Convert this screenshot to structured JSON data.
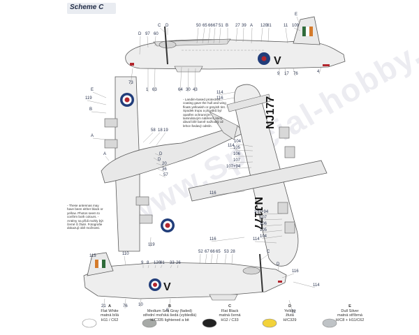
{
  "header": {
    "scheme_label": "Scheme",
    "scheme_letter": "C"
  },
  "notes": {
    "wing_note": "- Landim-based protective coating gave the hull and wing floats yellowish or greyish tint. - Spodek trupu a plováků byl opatřen ochranným laminátovým nátěrem, který dával bílé barvě nažloutlý až lehce šedavý odstín.",
    "antenna_note": "- These antennas may have been either black or yellow. Photos seem to confirm both colours. - Antény na přídi mohly být černé či žluté. Fotografie dokazují obě možnosti."
  },
  "serials": {
    "top": "NJ177",
    "bottom": "NJ177"
  },
  "codes": {
    "letter": "V"
  },
  "callouts": {
    "side_top": [
      "D",
      "97",
      "60",
      "C",
      "D",
      "50",
      "65",
      "66",
      "67",
      "51",
      "B",
      "27",
      "39",
      "A",
      "120",
      "81",
      "11",
      "E",
      "109"
    ],
    "side_top_bottom": [
      "73",
      "1",
      "63",
      "64",
      "30",
      "43",
      "9",
      "17",
      "76",
      "4"
    ],
    "plan_left": [
      "E",
      "119",
      "B",
      "A",
      "58",
      "18",
      "19",
      "D",
      "D",
      "20",
      "36",
      "57",
      "A",
      "119"
    ],
    "plan_right": [
      "114",
      "116",
      "104",
      "105",
      "106",
      "107",
      "107+94",
      "114",
      "116",
      "116",
      "114",
      "107+94",
      "107",
      "106",
      "105",
      "104"
    ],
    "side_bottom": [
      "110",
      "115",
      "9",
      "8",
      "120",
      "81",
      "33",
      "26",
      "52",
      "67",
      "66",
      "65",
      "53",
      "28",
      "C",
      "D",
      "116",
      "21",
      "76",
      "10",
      "6",
      "114",
      "72"
    ]
  },
  "legend": [
    {
      "letter": "A",
      "en": "Flat White",
      "cz": "matná bílá",
      "code": "H11 / C62",
      "color": "#ffffff"
    },
    {
      "letter": "B",
      "en": "Medium Sea Gray (faded)",
      "cz": "střední mořská šedá (vybledlá)",
      "code": "H/C335 lightened a bit",
      "color": "#a7aaa7"
    },
    {
      "letter": "C",
      "en": "Flat Black",
      "cz": "matná černá",
      "code": "H12 / C33",
      "color": "#222222"
    },
    {
      "letter": "D",
      "en": "Yellow",
      "cz": "žlutá",
      "code": "H/C329",
      "color": "#f2d23a"
    },
    {
      "letter": "E",
      "en": "Dull Silver",
      "cz": "matná stříbrná",
      "code": "H/C8 + H11/C62",
      "color": "#bfc3c6"
    }
  ],
  "colors": {
    "hull": "#eeeeee",
    "outline": "#5a5a5a",
    "roundel_blue": "#213d7a",
    "roundel_red": "#b3262d",
    "flash_green": "#2f6b3a",
    "flash_orange": "#d47a2a"
  },
  "watermark": "www.Special-hobby.eu"
}
